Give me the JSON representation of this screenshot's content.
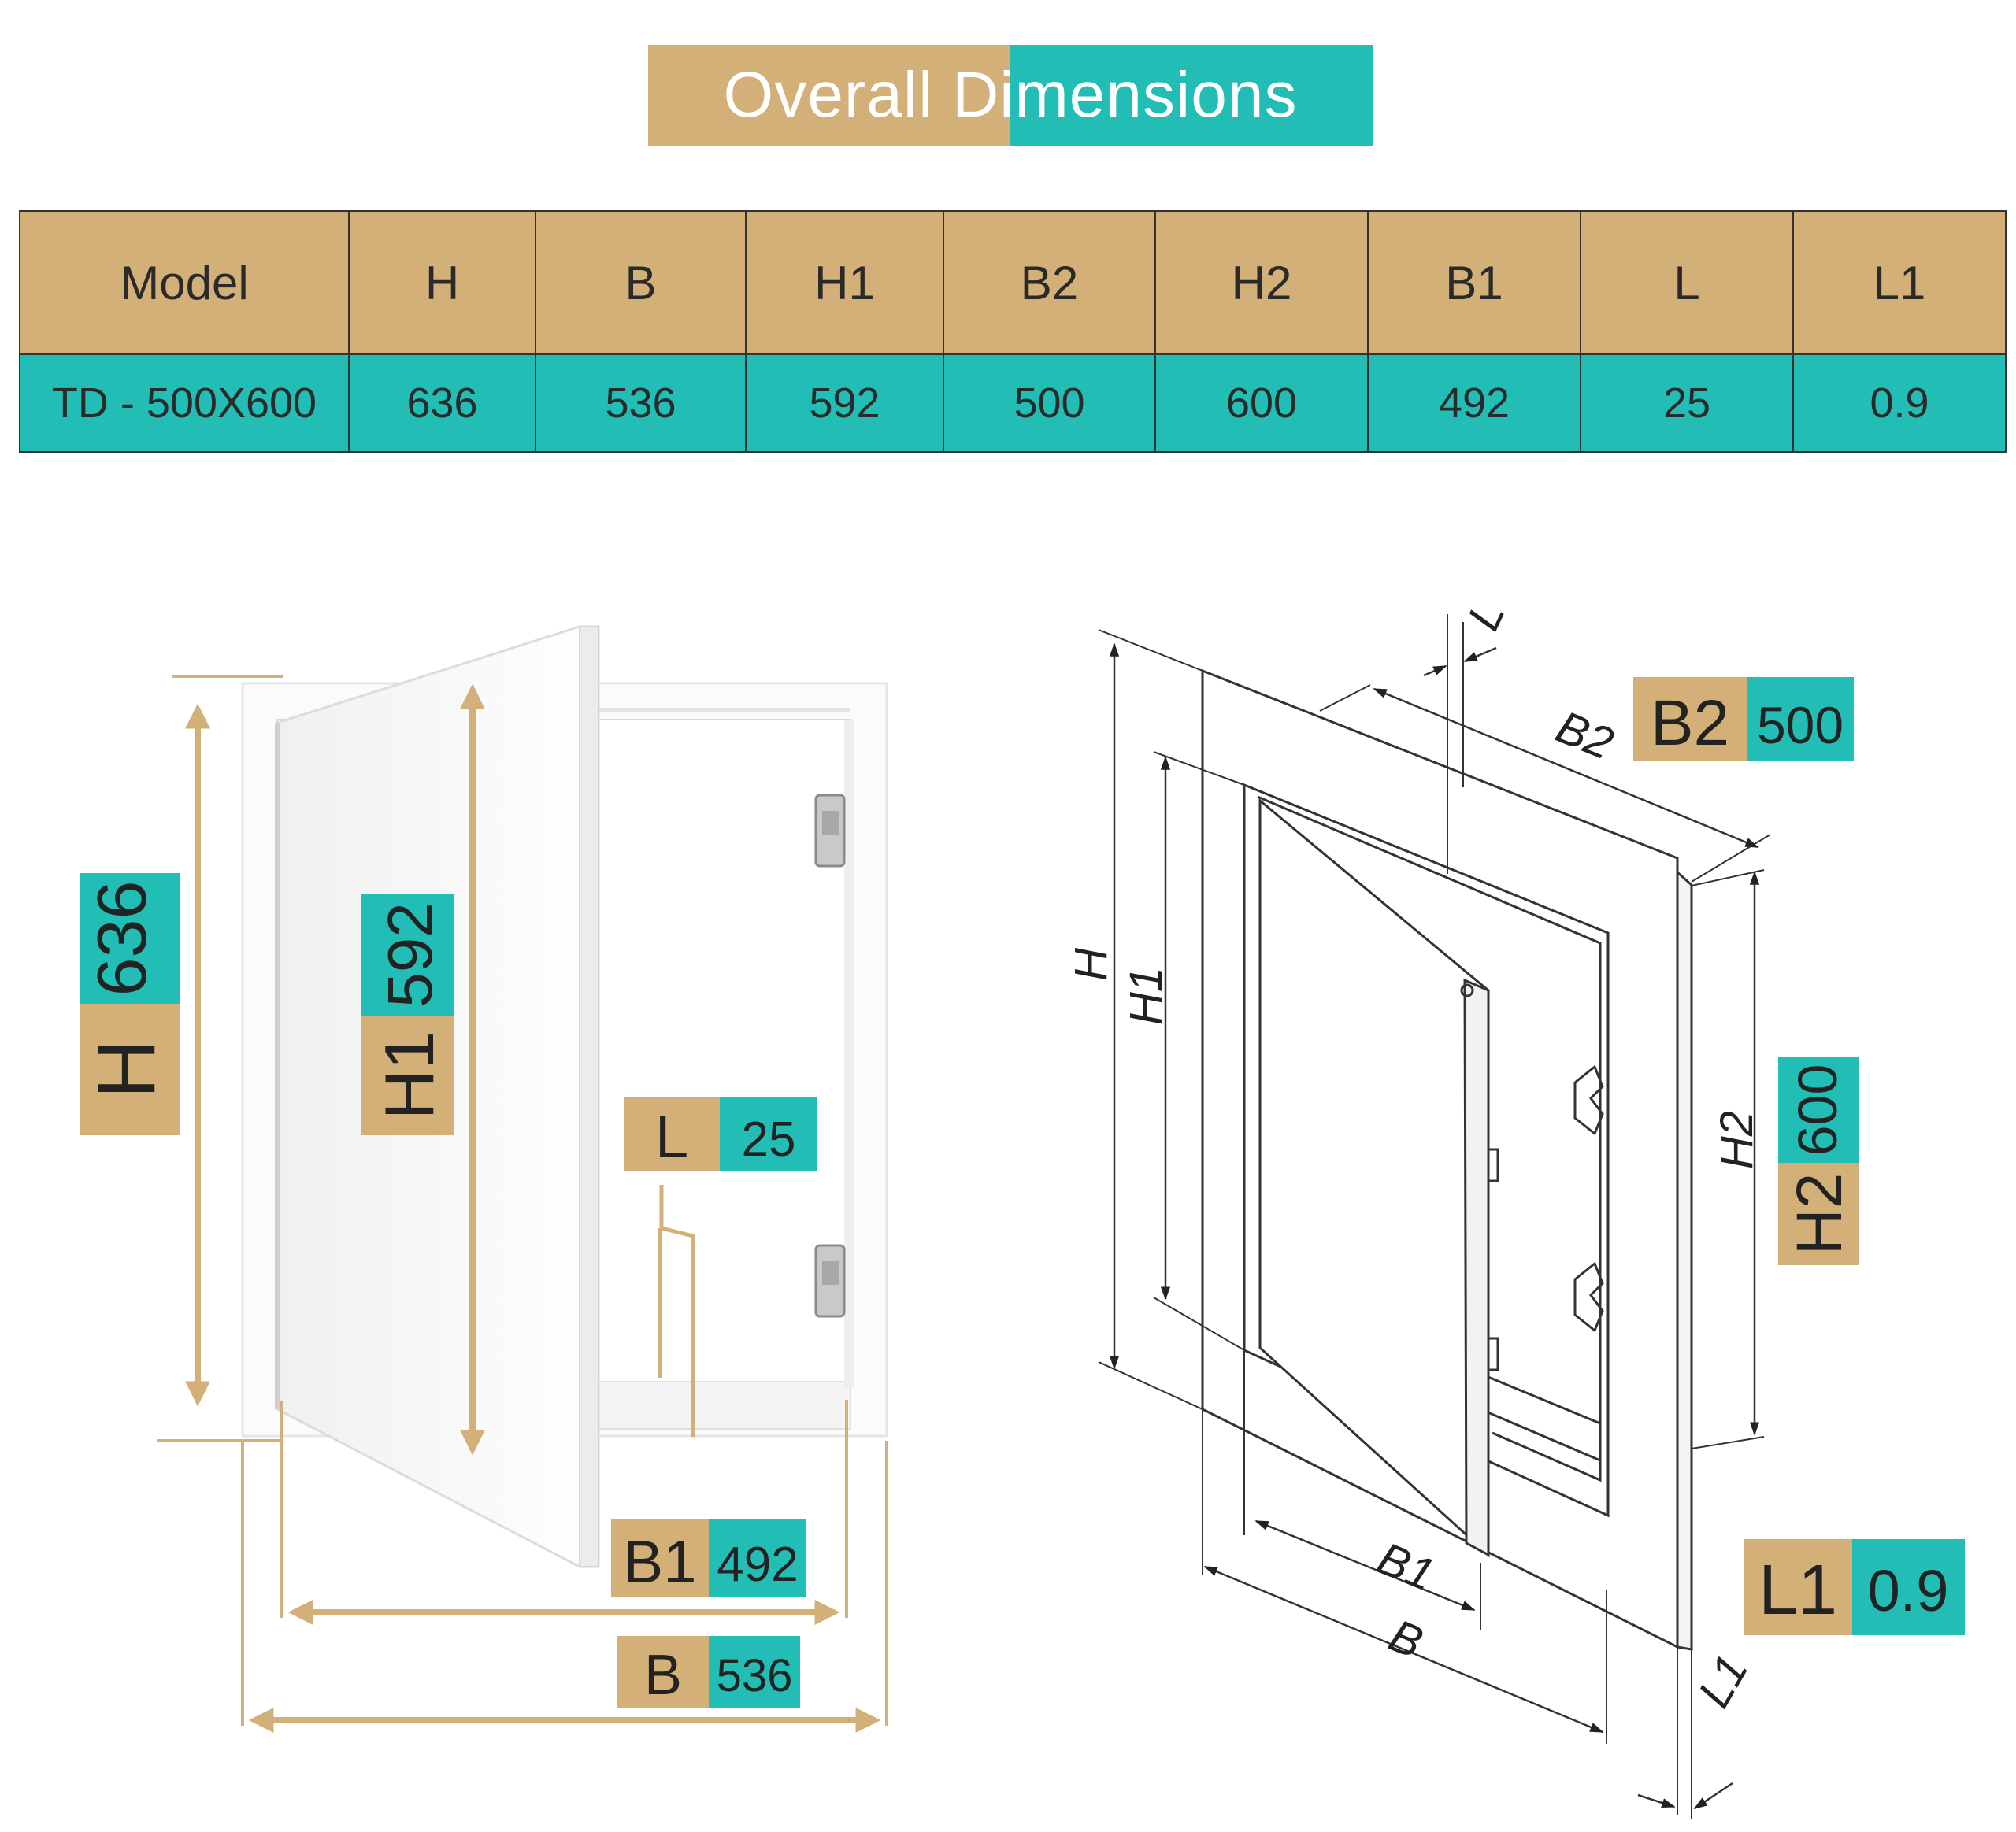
{
  "title": "Overall Dimensions",
  "table": {
    "headers": [
      "Model",
      "H",
      "B",
      "H1",
      "B2",
      "H2",
      "B1",
      "L",
      "L1"
    ],
    "row": [
      "TD - 500X600",
      "636",
      "536",
      "592",
      "500",
      "600",
      "492",
      "25",
      "0.9"
    ]
  },
  "badges": {
    "H": {
      "label": "H",
      "value": "636"
    },
    "H1": {
      "label": "H1",
      "value": "592"
    },
    "L": {
      "label": "L",
      "value": "25"
    },
    "B1": {
      "label": "B1",
      "value": "492"
    },
    "B": {
      "label": "B",
      "value": "536"
    },
    "B2": {
      "label": "B2",
      "value": "500"
    },
    "H2": {
      "label": "H2",
      "value": "600"
    },
    "L1": {
      "label": "L1",
      "value": "0.9"
    }
  },
  "drawing_labels": {
    "L": "L",
    "B2": "B2",
    "H": "H",
    "H1": "H1",
    "H2": "H2",
    "B1": "B1",
    "B": "B",
    "L1": "L1"
  },
  "colors": {
    "gold": "#d3b077",
    "teal": "#22bdb4",
    "line": "#333333"
  }
}
